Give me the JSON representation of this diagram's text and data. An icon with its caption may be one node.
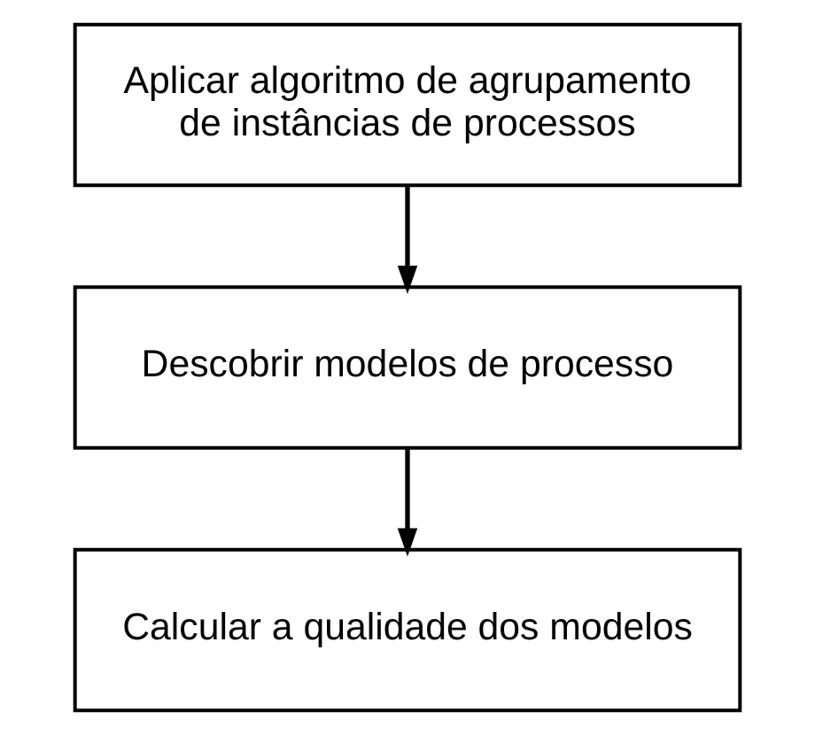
{
  "diagram": {
    "nodes": [
      {
        "text": [
          "Aplicar algoritmo de agrupamento de instâncias de processos"
        ]
      },
      {
        "text": [
          "Descobrir modelos de processo"
        ]
      },
      {
        "text": [
          "Calcular a qualidade dos modelos"
        ]
      }
    ],
    "edges": [
      {
        "from": 0,
        "to": 1,
        "arrow": "to"
      },
      {
        "from": 1,
        "to": 2,
        "arrow": "to"
      }
    ]
  }
}
